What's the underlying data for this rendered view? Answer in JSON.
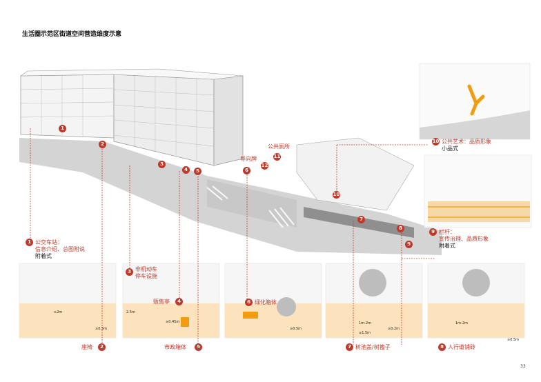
{
  "title": "生活圈示范区街道空间营造维度示意",
  "page_number": "33",
  "colors": {
    "accent": "#c0392b",
    "orange": "#f39c12",
    "road": "#cfcfcf",
    "line": "#888888"
  },
  "markers": {
    "m1": "1",
    "m2": "2",
    "m3": "3",
    "m4": "4",
    "m5": "5",
    "m6": "6",
    "m7": "7",
    "m8": "8",
    "m9": "9",
    "m10": "10",
    "m11": "11",
    "m12": "12"
  },
  "labels": {
    "bus_stop_line1": "公交车站：",
    "bus_stop_line2": "信息介绍、总图附说",
    "bus_stop_line3": "附着式",
    "bench": "座椅",
    "bike_line1": "非机动车",
    "bike_line2": "停车设施",
    "vending": "贩售亭",
    "utility_box": "市政箱体",
    "green_box": "绿化箱体",
    "tree_pool": "树池盖/树篦子",
    "pavement": "人行道铺砖",
    "railing_line1": "栏杆：",
    "railing_line2": "宣传治理、品质形象",
    "railing_line3": "附着式",
    "art_line1": "公共艺术：品质形象",
    "art_line2": "小品式",
    "guide_sign": "导向牌",
    "public_toilet": "公共厕所"
  },
  "dimensions": {
    "d_bus": "≥2m",
    "d_bench": "≥0.5m",
    "d_bike": "2.5m",
    "d_utility": "≥0.45m",
    "d_green": "≥0.5m",
    "d_tree1": "1m-2m",
    "d_tree2": "≥0.2m",
    "d_tree3": "≥1.5m",
    "d_pave1": "1m-2m",
    "d_pave2": "≥0.5m"
  }
}
